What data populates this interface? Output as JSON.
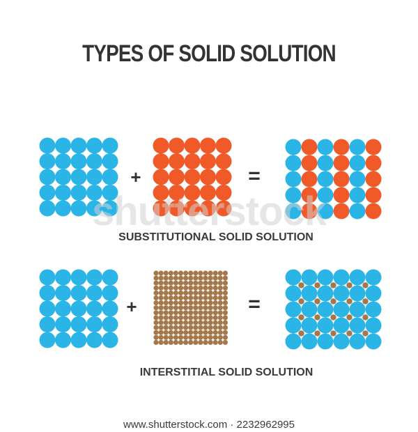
{
  "title": "TYPES OF SOLID SOLUTION",
  "substitutional": {
    "plus": "+",
    "equals": "=",
    "caption": "SUBSTITUTIONAL SOLID SOLUTION"
  },
  "interstitial": {
    "plus": "+",
    "equals": "=",
    "caption": "INTERSTITIAL SOLID SOLUTION"
  },
  "watermark": "shutterstock",
  "footer": "www.shutterstock.com · 2232962995",
  "colors": {
    "solvent_atom": "#2bb4e6",
    "substitute_atom": "#f05a28",
    "interstitial_atom": "#a4784a"
  }
}
